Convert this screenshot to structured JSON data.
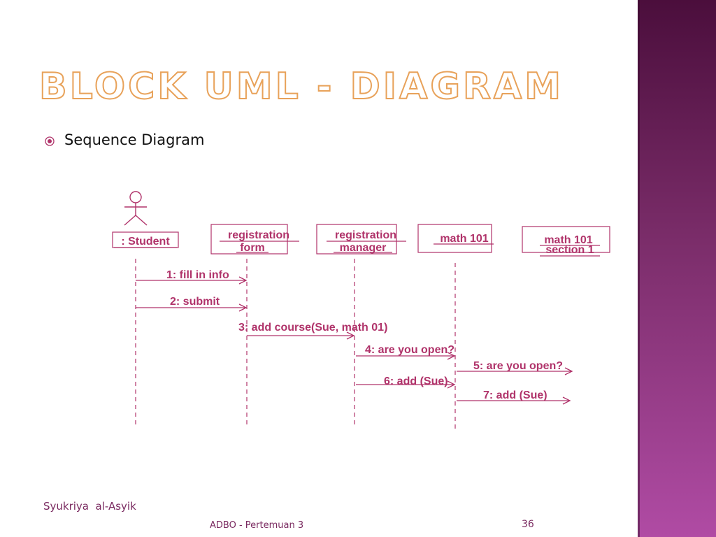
{
  "slide": {
    "title": "BLOCK UML - DIAGRAM",
    "bullet": "Sequence Diagram",
    "footer_author": "Syukriya  al-Asyik",
    "footer_course": "ADBO - Pertemuan 3",
    "page_number": "36"
  },
  "colors": {
    "diagram": "#b0336a",
    "title_outline": "#e8a25a",
    "sidebar_top": "#4b0e3c",
    "sidebar_bottom": "#b04ba4",
    "footer_text": "#7a2a60"
  },
  "diagram": {
    "actor": {
      "label": ": Student"
    },
    "objects": [
      {
        "line1": "registration",
        "line2": "form"
      },
      {
        "line1": "registration",
        "line2": "manager"
      },
      {
        "line1": "math 101",
        "line2": ""
      },
      {
        "line1": "math 101",
        "line2": "section 1"
      }
    ],
    "messages": [
      {
        "label": "1: fill in info"
      },
      {
        "label": "2: submit"
      },
      {
        "label": "3: add course(Sue, math 01)"
      },
      {
        "label": "4: are you open?"
      },
      {
        "label": "5: are you open?"
      },
      {
        "label": "6: add (Sue)"
      },
      {
        "label": "7: add (Sue)"
      }
    ]
  }
}
